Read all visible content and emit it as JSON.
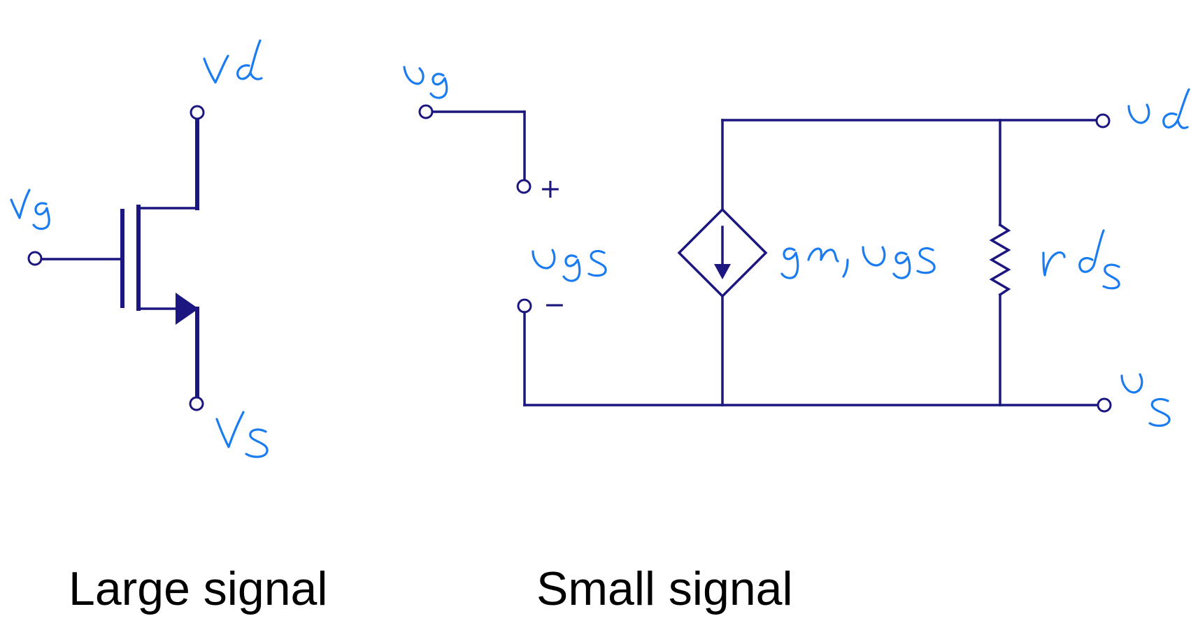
{
  "captions": {
    "large": "Large signal",
    "small": "Small signal"
  },
  "signs": {
    "plus": "+",
    "minus": "−"
  },
  "handwritten_labels": [
    "Vd",
    "Vg",
    "Vs",
    "vg",
    "vgs",
    "gm, vgs",
    "rds",
    "vd",
    "vs"
  ],
  "colors": {
    "circuit": "#1c1680",
    "ink": "#1a7cf0",
    "caption": "#000000"
  }
}
